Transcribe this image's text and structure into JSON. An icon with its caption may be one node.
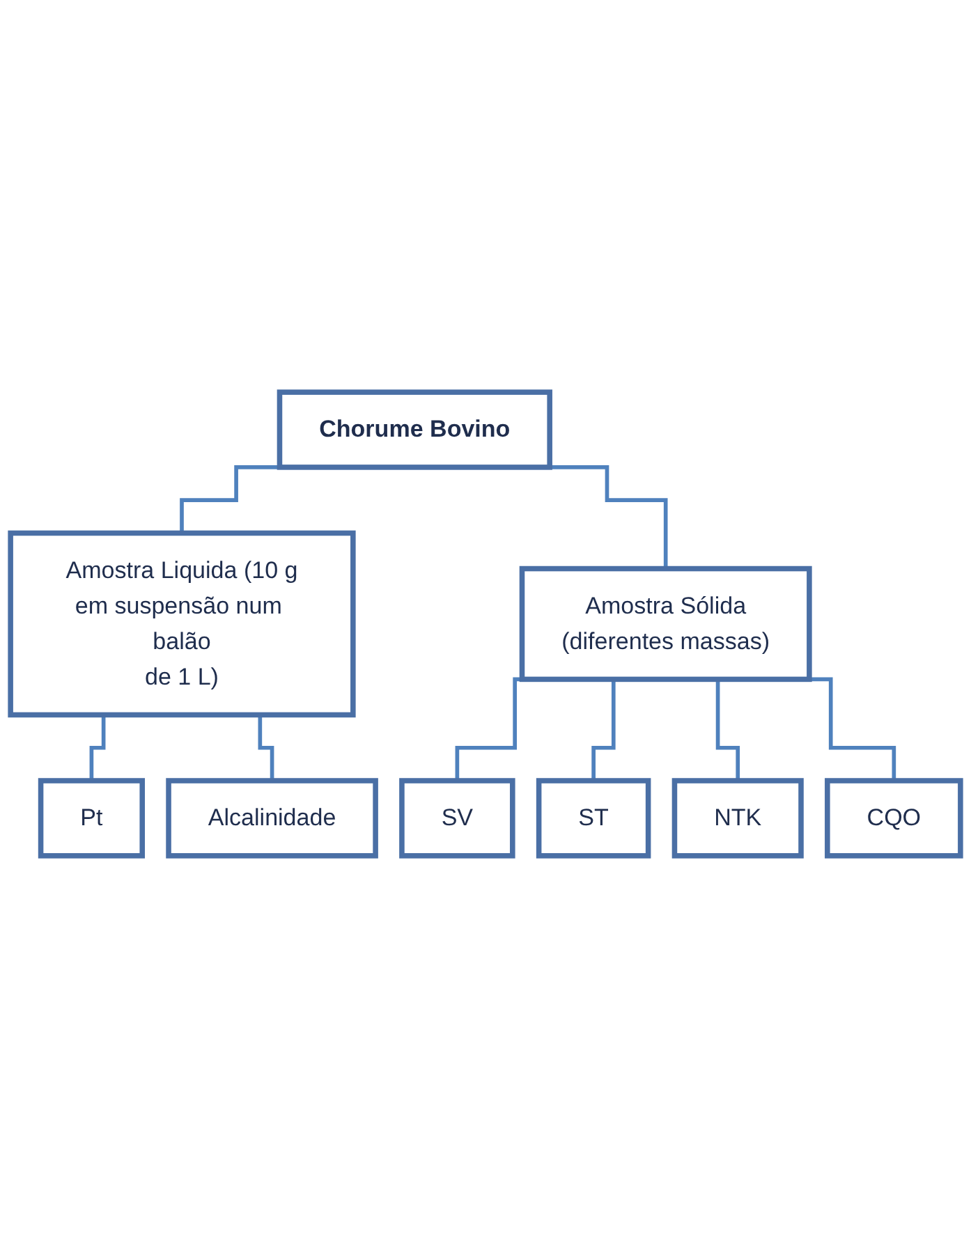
{
  "diagram": {
    "nodes": [
      {
        "text": [
          "Chorume Bovino"
        ]
      },
      {
        "text": [
          "Amostra Liquida (10 g em suspensão num balão de 1 L)"
        ]
      },
      {
        "text": [
          "Amostra Sólida (diferentes massas)"
        ]
      },
      {
        "text": [
          "Pt"
        ]
      },
      {
        "text": [
          "Alcalinidade"
        ]
      },
      {
        "text": [
          "SV"
        ]
      },
      {
        "text": [
          "ST"
        ]
      },
      {
        "text": [
          "NTK"
        ]
      },
      {
        "text": [
          "CQO"
        ]
      }
    ],
    "edges": [
      {
        "from": 0,
        "to": 1,
        "arrow": "none"
      },
      {
        "from": 0,
        "to": 2,
        "arrow": "none"
      },
      {
        "from": 1,
        "to": 3,
        "arrow": "none"
      },
      {
        "from": 1,
        "to": 4,
        "arrow": "none"
      },
      {
        "from": 2,
        "to": 5,
        "arrow": "none"
      },
      {
        "from": 2,
        "to": 6,
        "arrow": "none"
      },
      {
        "from": 2,
        "to": 7,
        "arrow": "none"
      },
      {
        "from": 2,
        "to": 8,
        "arrow": "none"
      }
    ]
  }
}
